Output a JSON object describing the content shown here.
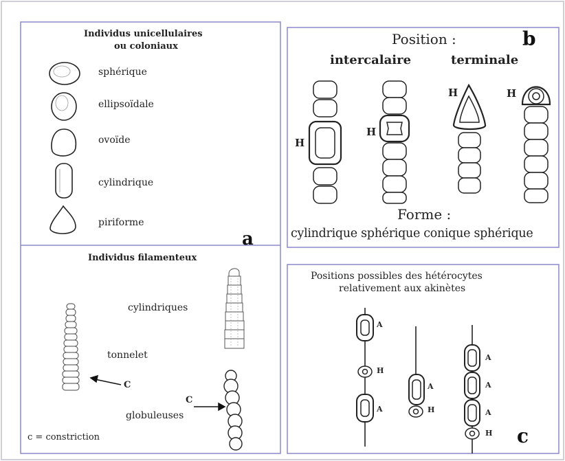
{
  "panel_a": {
    "letter": "a",
    "unicellular_title_1": "Individus unicellulaires",
    "unicellular_title_2": "ou coloniaux",
    "shapes": [
      "sphérique",
      "ellipsoïdale",
      "ovoïde",
      "cylindrique",
      "piriforme"
    ],
    "filament_title": "Individus filamenteux",
    "filament_labels": {
      "cylindriques": "cylindriques",
      "tonnelet": "tonnelet",
      "globuleuses": "globuleuses",
      "c1": "C",
      "c2": "C",
      "constriction": "c = constriction"
    }
  },
  "panel_b": {
    "letter": "b",
    "position_title": "Position :",
    "intercalaire": "intercalaire",
    "terminale": "terminale",
    "h_label": "H",
    "forme_title": "Forme :",
    "forme_values": "cylindrique sphérique conique sphérique"
  },
  "panel_c": {
    "letter": "c",
    "title_1": "Positions possibles des hétérocytes",
    "title_2": "relativement aux akinètes",
    "a_label": "A",
    "h_label": "H"
  },
  "colors": {
    "frame": "#8a88c8",
    "ink": "#222222"
  }
}
